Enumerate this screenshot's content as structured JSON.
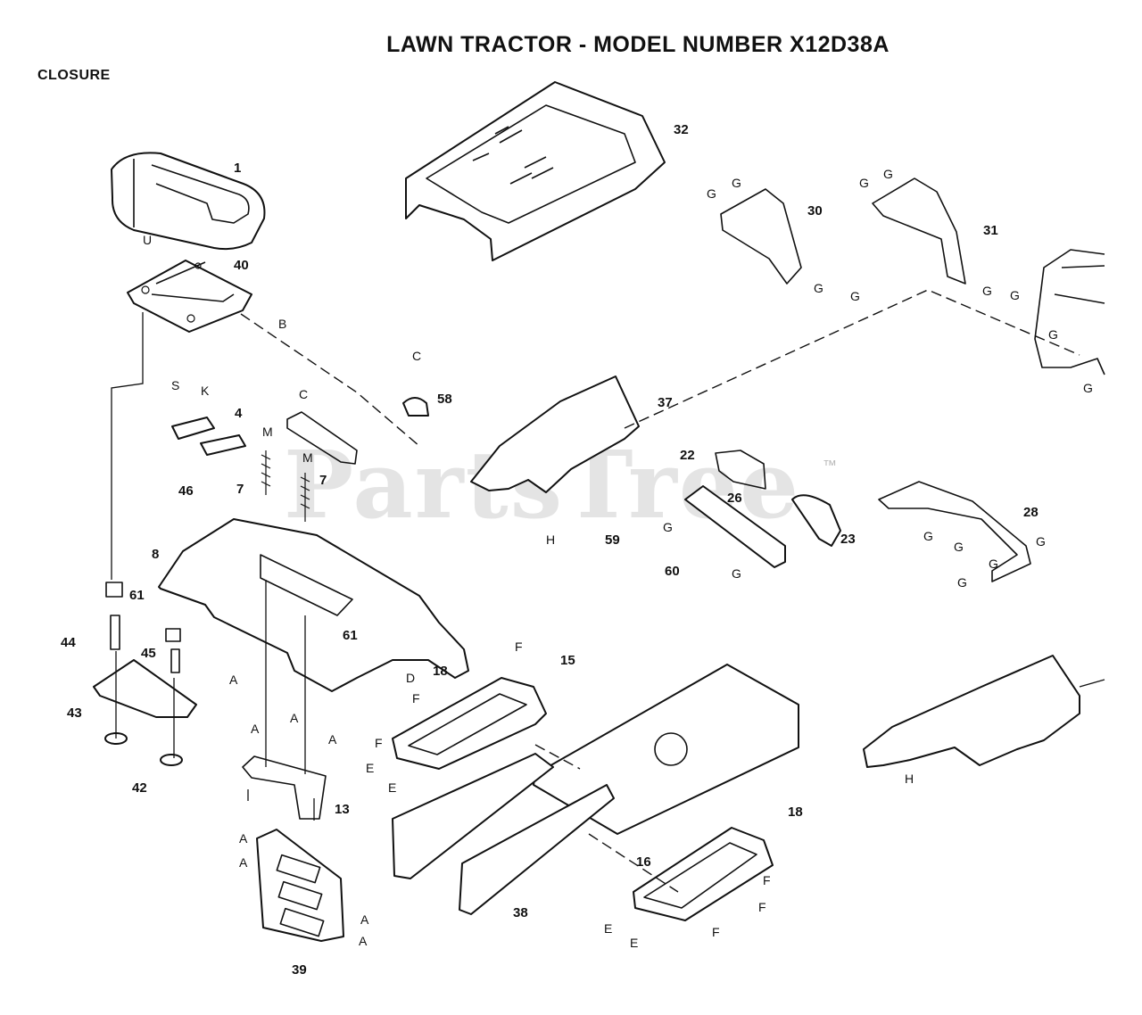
{
  "title": "LAWN TRACTOR - MODEL NUMBER X12D38A",
  "section": "CLOSURE",
  "watermark": "PartsTree",
  "watermark_mark": "™",
  "callouts": [
    "1",
    "40",
    "32",
    "30",
    "31",
    "58",
    "37",
    "4",
    "7",
    "7",
    "46",
    "22",
    "26",
    "23",
    "28",
    "8",
    "61",
    "61",
    "59",
    "60",
    "44",
    "45",
    "43",
    "42",
    "15",
    "18",
    "18",
    "16",
    "13",
    "39",
    "38"
  ],
  "refs": [
    "U",
    "B",
    "S",
    "K",
    "C",
    "C",
    "M",
    "M",
    "G",
    "G",
    "G",
    "G",
    "G",
    "G",
    "G",
    "G",
    "G",
    "G",
    "G",
    "G",
    "G",
    "G",
    "G",
    "G",
    "G",
    "H",
    "H",
    "F",
    "F",
    "F",
    "F",
    "F",
    "F",
    "E",
    "E",
    "E",
    "E",
    "D",
    "A",
    "A",
    "A",
    "A",
    "A",
    "A",
    "A",
    "A"
  ]
}
